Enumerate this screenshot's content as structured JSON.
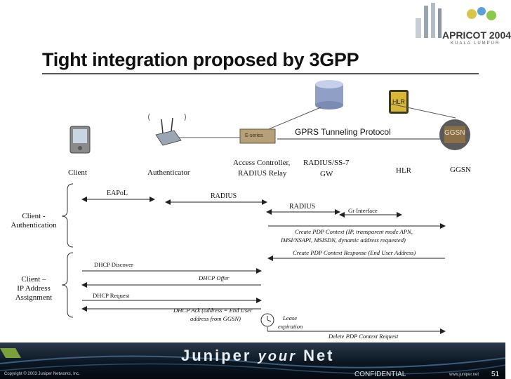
{
  "slide": {
    "title": "Tight integration proposed by 3GPP",
    "page_number": "51"
  },
  "conference_logo": {
    "line1": "APRICOT 2004",
    "line2": "KUALA LUMPUR"
  },
  "nodes": {
    "hlr_badge": "HLR",
    "ggsn_badge": "GGSN",
    "router_icon_text": "E-series",
    "client": "Client",
    "authenticator": "Authenticator",
    "access_controller_line1": "Access Controller,",
    "access_controller_line2": "RADIUS Relay",
    "radius_gw_line1": "RADIUS/SS-7",
    "radius_gw_line2": "GW",
    "hlr": "HLR",
    "ggsn": "GGSN"
  },
  "protocol_label": "GPRS Tunneling Protocol",
  "phases": {
    "authentication": [
      "Client -",
      "Authentication"
    ],
    "ip_assignment": [
      "Client –",
      "IP Address",
      "Assignment"
    ]
  },
  "messages": {
    "eapol": "EAPoL",
    "radius1": "RADIUS",
    "radius2": "RADIUS",
    "gr_interface": "Gr Interface",
    "create_pdp_line1": "Create PDP Context (IP, transparent mode APN,",
    "create_pdp_line2": "IMSI/NSAPI, MSISDN, dynamic address requested)",
    "create_pdp_response": "Create PDP Context Response (End User Address)",
    "dhcp_discover": "DHCP Discover",
    "dhcp_offer": "DHCP Offer",
    "dhcp_request": "DHCP Request",
    "dhcp_ack_line1": "DHCP Ack (address = End User",
    "dhcp_ack_line2": "address from GGSN)",
    "lease_line1": "Lease",
    "lease_line2": "expiration",
    "delete_pdp": "Delete PDP Context Request"
  },
  "footer": {
    "brand_left": "Juniper",
    "brand_mid": "your",
    "brand_right": "Net",
    "copyright": "Copyright © 2003 Juniper Networks, Inc.",
    "confidential": "CONFIDENTIAL",
    "url": "www.juniper.net"
  }
}
